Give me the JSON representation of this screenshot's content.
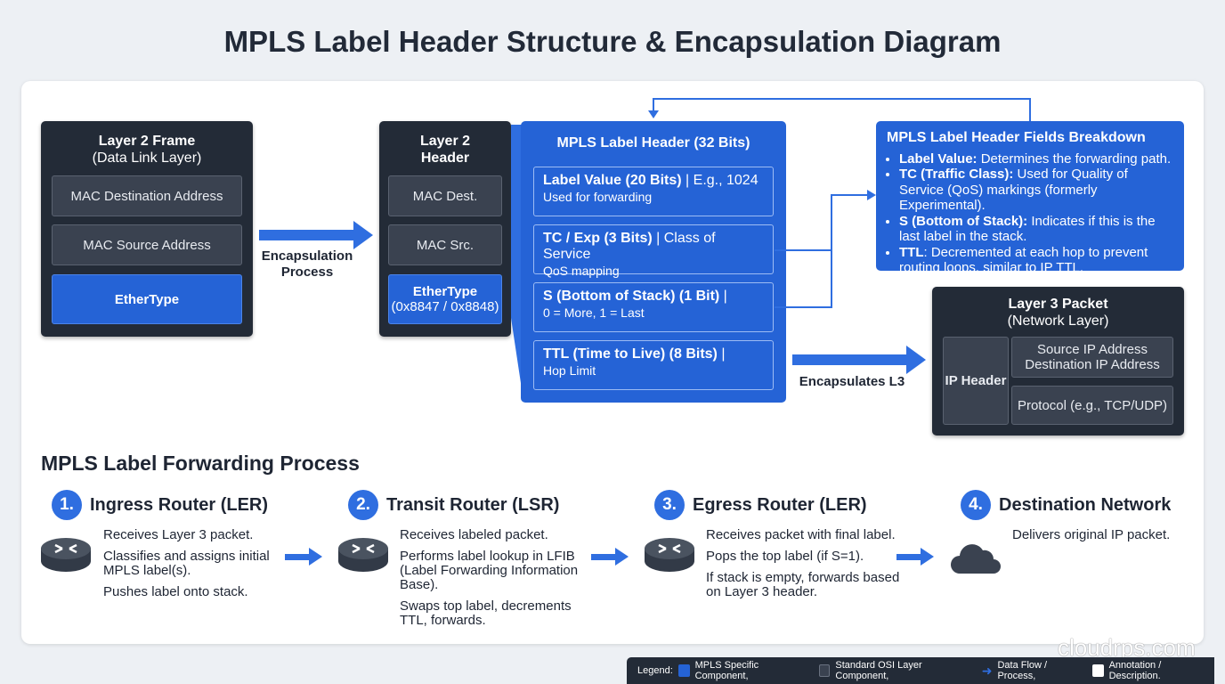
{
  "title": "MPLS Label Header Structure & Encapsulation Diagram",
  "l2frame": {
    "title": "Layer 2 Frame",
    "subtitle": "(Data Link Layer)",
    "fields": [
      "MAC Destination Address",
      "MAC Source Address",
      "EtherType"
    ]
  },
  "encap_label": "Encapsulation Process",
  "l2header": {
    "title": "Layer 2 Header",
    "fields": [
      "MAC Dest.",
      "MAC Src."
    ],
    "ethertype": "EtherType",
    "ethertype_value": "(0x8847 / 0x8848)"
  },
  "mpls": {
    "title": "MPLS Label Header (32 Bits)",
    "fields": [
      {
        "name": "Label Value (20 Bits)",
        "detail": " | E.g., 1024",
        "sub": "Used for forwarding"
      },
      {
        "name": "TC / Exp (3 Bits)",
        "detail": " | Class of Service",
        "sub": "QoS mapping"
      },
      {
        "name": "S (Bottom of Stack) (1 Bit)",
        "detail": " |",
        "sub": "0 = More, 1 = Last"
      },
      {
        "name": "TTL (Time to Live) (8 Bits)",
        "detail": " |",
        "sub": "Hop Limit"
      }
    ]
  },
  "breakdown": {
    "title": "MPLS Label Header Fields Breakdown",
    "items": [
      {
        "term": "Label Value:",
        "text": " Determines the forwarding path."
      },
      {
        "term": "TC (Traffic Class):",
        "text": " Used for Quality of Service (QoS) markings (formerly Experimental)."
      },
      {
        "term": "S (Bottom of Stack):",
        "text": " Indicates if this is the last label in the stack."
      },
      {
        "term": "TTL",
        "text": ": Decremented at each hop to prevent routing loops, similar to IP TTL."
      }
    ]
  },
  "encap_l3": "Encapsulates L3",
  "l3": {
    "title": "Layer 3 Packet",
    "subtitle": "(Network Layer)",
    "ip_header": "IP Header",
    "addr1": "Source IP Address",
    "addr2": "Destination IP Address",
    "protocol": "Protocol (e.g., TCP/UDP)"
  },
  "process": {
    "title": "MPLS Label Forwarding Process",
    "steps": [
      {
        "num": "1.",
        "title": "Ingress Router (LER)",
        "icon": "router-icon",
        "lines": [
          "Receives Layer 3 packet.",
          "Classifies and assigns initial MPLS label(s).",
          "Pushes label onto stack."
        ]
      },
      {
        "num": "2.",
        "title": "Transit Router (LSR)",
        "icon": "router-icon",
        "lines": [
          "Receives labeled packet.",
          "Performs label lookup in LFIB (Label Forwarding Information Base).",
          "Swaps top label, decrements TTL, forwards."
        ]
      },
      {
        "num": "3.",
        "title": "Egress Router (LER)",
        "icon": "router-icon",
        "lines": [
          "Receives packet with final label.",
          "Pops the top label (if S=1).",
          "If stack is empty, forwards based on Layer 3 header."
        ]
      },
      {
        "num": "4.",
        "title": "Destination Network",
        "icon": "cloud-icon",
        "lines": [
          "Delivers original IP packet."
        ]
      }
    ]
  },
  "legend": {
    "label": "Legend:",
    "items": [
      {
        "text": "MPLS Specific Component,",
        "color": "#2563d6"
      },
      {
        "text": "Standard OSI Layer Component,",
        "color": "#3a4250"
      },
      {
        "text": "Data Flow / Process,",
        "color": "#2f6ee0"
      },
      {
        "text": "Annotation / Description.",
        "color": "#ffffff"
      }
    ]
  },
  "watermark": "cloudrps.com"
}
